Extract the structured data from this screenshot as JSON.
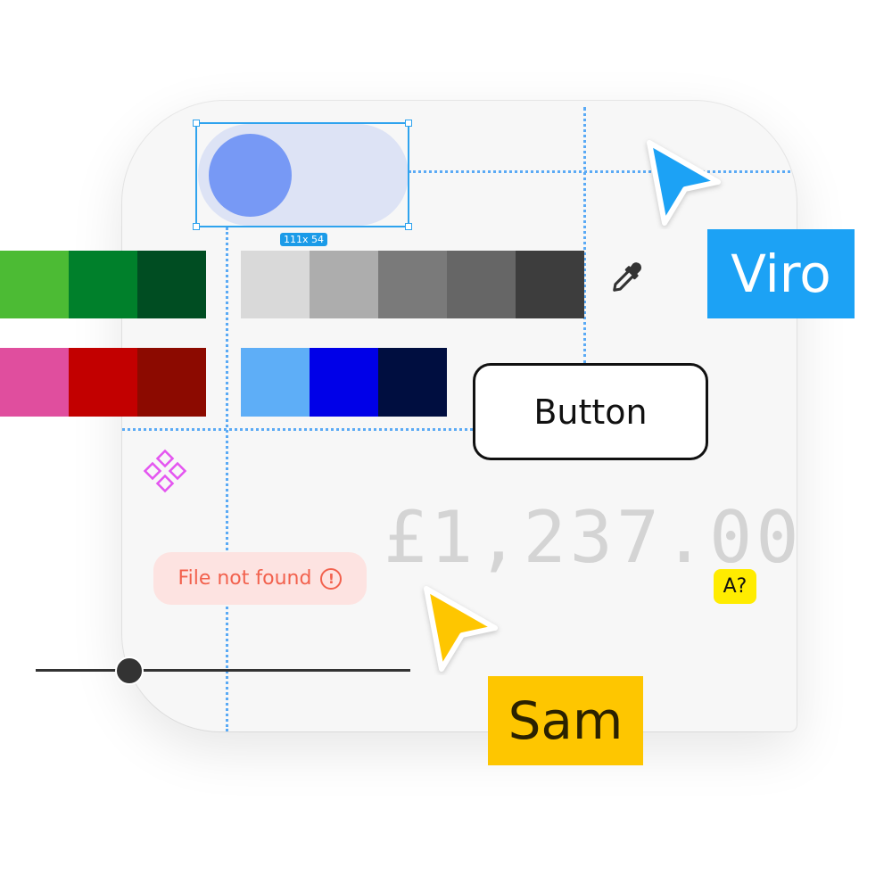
{
  "selection": {
    "dimension_label": "111x 54"
  },
  "swatches": {
    "greens": [
      "#4cbb34",
      "#00802b",
      "#004d22"
    ],
    "grays": [
      "#d9d9d9",
      "#adadad",
      "#7a7a7a",
      "#666666",
      "#3d3d3d"
    ],
    "reds": [
      "#e04e9e",
      "#c20000",
      "#8c0a00"
    ],
    "blues": [
      "#5eaef7",
      "#0000e8",
      "#000e40"
    ]
  },
  "button": {
    "label": "Button"
  },
  "currency": {
    "value": "£1,237.00"
  },
  "font_badge": {
    "label": "A?"
  },
  "error": {
    "message": "File not found",
    "icon": "!"
  },
  "cursors": [
    {
      "name": "Viro",
      "color": "#1ca2f5"
    },
    {
      "name": "Sam",
      "color": "#fec600"
    }
  ],
  "slider": {
    "value": 0.25
  }
}
